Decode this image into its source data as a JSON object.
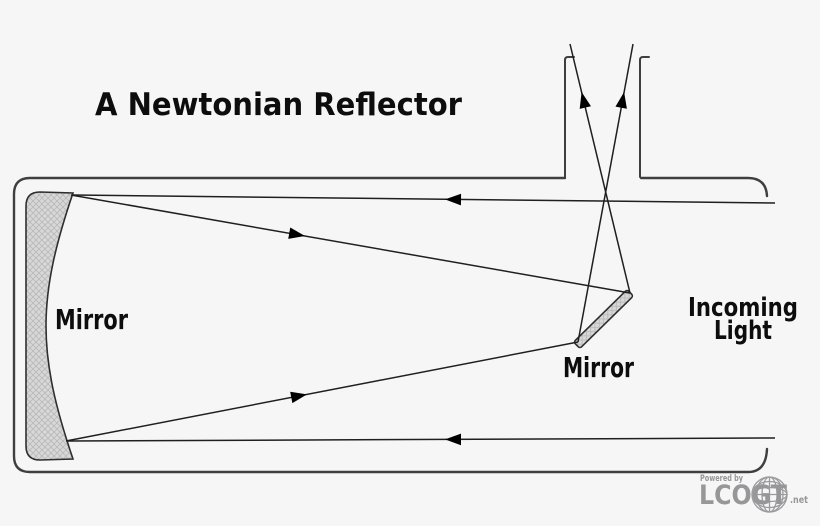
{
  "title": "A Newtonian Reflector",
  "labels": {
    "primary_mirror": "Mirror",
    "secondary_mirror": "Mirror",
    "incoming_light_line1": "Incoming",
    "incoming_light_line2": "Light"
  },
  "logo": {
    "powered_by": "Powered by",
    "brand": "LCOGT",
    "tld": ".net"
  },
  "colors": {
    "background": "#f6f6f6",
    "tube_outline": "#3f3f3f",
    "ray": "#1f1f1f",
    "arrowhead": "#000000",
    "mirror_fill": "#d8d8d8",
    "mirror_hatch": "#b8b8b8",
    "label_text": "#0d0d0d",
    "logo_gray": "#97979a"
  }
}
